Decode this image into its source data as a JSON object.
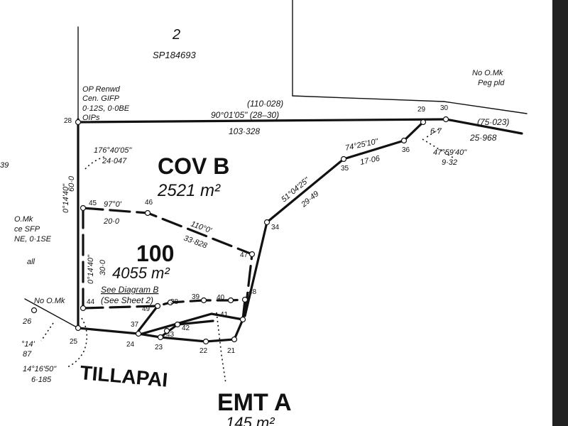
{
  "parcels": {
    "lot2_number": "2",
    "lot2_plan": "SP184693",
    "covb_title": "COV B",
    "covb_area": "2521 m²",
    "lot100_number": "100",
    "lot100_area": "4055 m²",
    "lot100_ref1": "See Diagram B",
    "lot100_ref2": "(See Sheet 2)",
    "emt_title": "EMT A",
    "emt_area": "145 m²",
    "road_name": "TILLAPAI"
  },
  "notes": {
    "op_renewed": "OP Renwd",
    "op_cen": "Cen. GIFP",
    "op_offsets": "0·12S, 0·0BE",
    "op_oips": "OIPs",
    "no_mark_top": "No O.Mk",
    "peg_placed": "Peg pld",
    "no_mark_left": "No O.Mk",
    "edge_39": "39",
    "edge_mk": "O.Mk",
    "edge_sfp": "ce SFP",
    "edge_offset": "NE, 0·1SE",
    "edge_all": "all",
    "edge_26": "26",
    "edge_bearing": "°14'",
    "edge_87": "87"
  },
  "dimensions": {
    "top_bracket": "(110·028)",
    "top_bearing": "90°01'05\" (28–30)",
    "top_distance": "103·328",
    "right_bracket": "(75·023)",
    "right_distance": "25·968",
    "d_30_36": "6·7",
    "b_36_offset": "47°59'40\"",
    "d_36_offset": "9·32",
    "b_35_36": "74°25'10\"",
    "d_35_36": "17·06",
    "b_34_35": "51°04'25\"",
    "d_34_35": "29·49",
    "b_28_45": "176°40'05\"",
    "d_28_45": "24·047",
    "b_left_upper": "0°14'40\"",
    "d_left_upper": "60·0",
    "b_45_46": "97°0'",
    "d_45_46": "20·0",
    "b_46_47": "110°0'",
    "d_46_47": "33·828",
    "b_left_lower": "0°14'40\"",
    "d_left_lower": "30·0",
    "b_25_offset": "14°16'50\"",
    "d_25_offset": "6·185"
  },
  "points": {
    "p21": "21",
    "p22": "22",
    "p23": "23",
    "p24": "24",
    "p25": "25",
    "p26": "26",
    "p28": "28",
    "p29": "29",
    "p30": "30",
    "p34": "34",
    "p35": "35",
    "p36": "36",
    "p37": "37",
    "p38": "38",
    "p39": "39",
    "p40": "40",
    "p41": "41",
    "p42": "42",
    "p43": "43",
    "p44": "44",
    "p45": "45",
    "p46": "46",
    "p47": "47",
    "p48": "48",
    "p49": "49"
  }
}
